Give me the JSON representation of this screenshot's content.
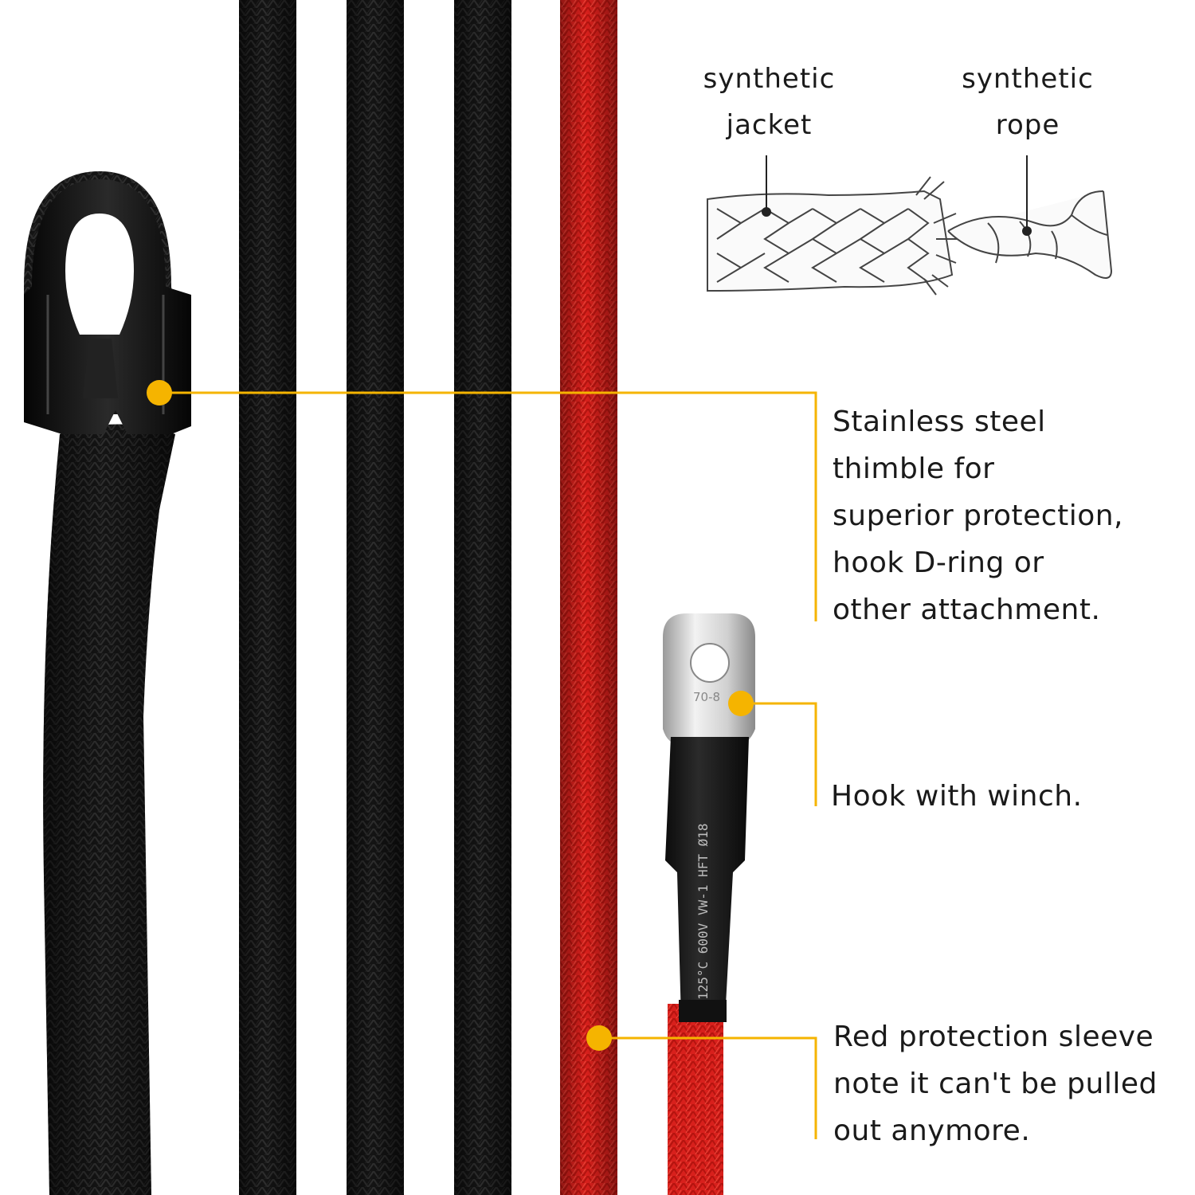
{
  "diagram": {
    "jacket_label": [
      "synthetic",
      "jacket"
    ],
    "rope_label": [
      "synthetic",
      "rope"
    ]
  },
  "callouts": {
    "thimble": [
      "Stainless steel",
      "thimble for",
      "superior protection,",
      "hook D-ring or",
      "other attachment."
    ],
    "hook": [
      "Hook with winch."
    ],
    "sleeve": [
      "Red protection sleeve",
      "note it can't be pulled",
      "out anymore."
    ]
  },
  "lug_markings": {
    "stamp": "70-8",
    "tube": "125°C  600V  VW-1  HFT  Ø18"
  },
  "colors": {
    "accent": "#f5b400",
    "rope_black": "#141414",
    "rope_red": "#d8201c",
    "text": "#1a1a1a"
  }
}
